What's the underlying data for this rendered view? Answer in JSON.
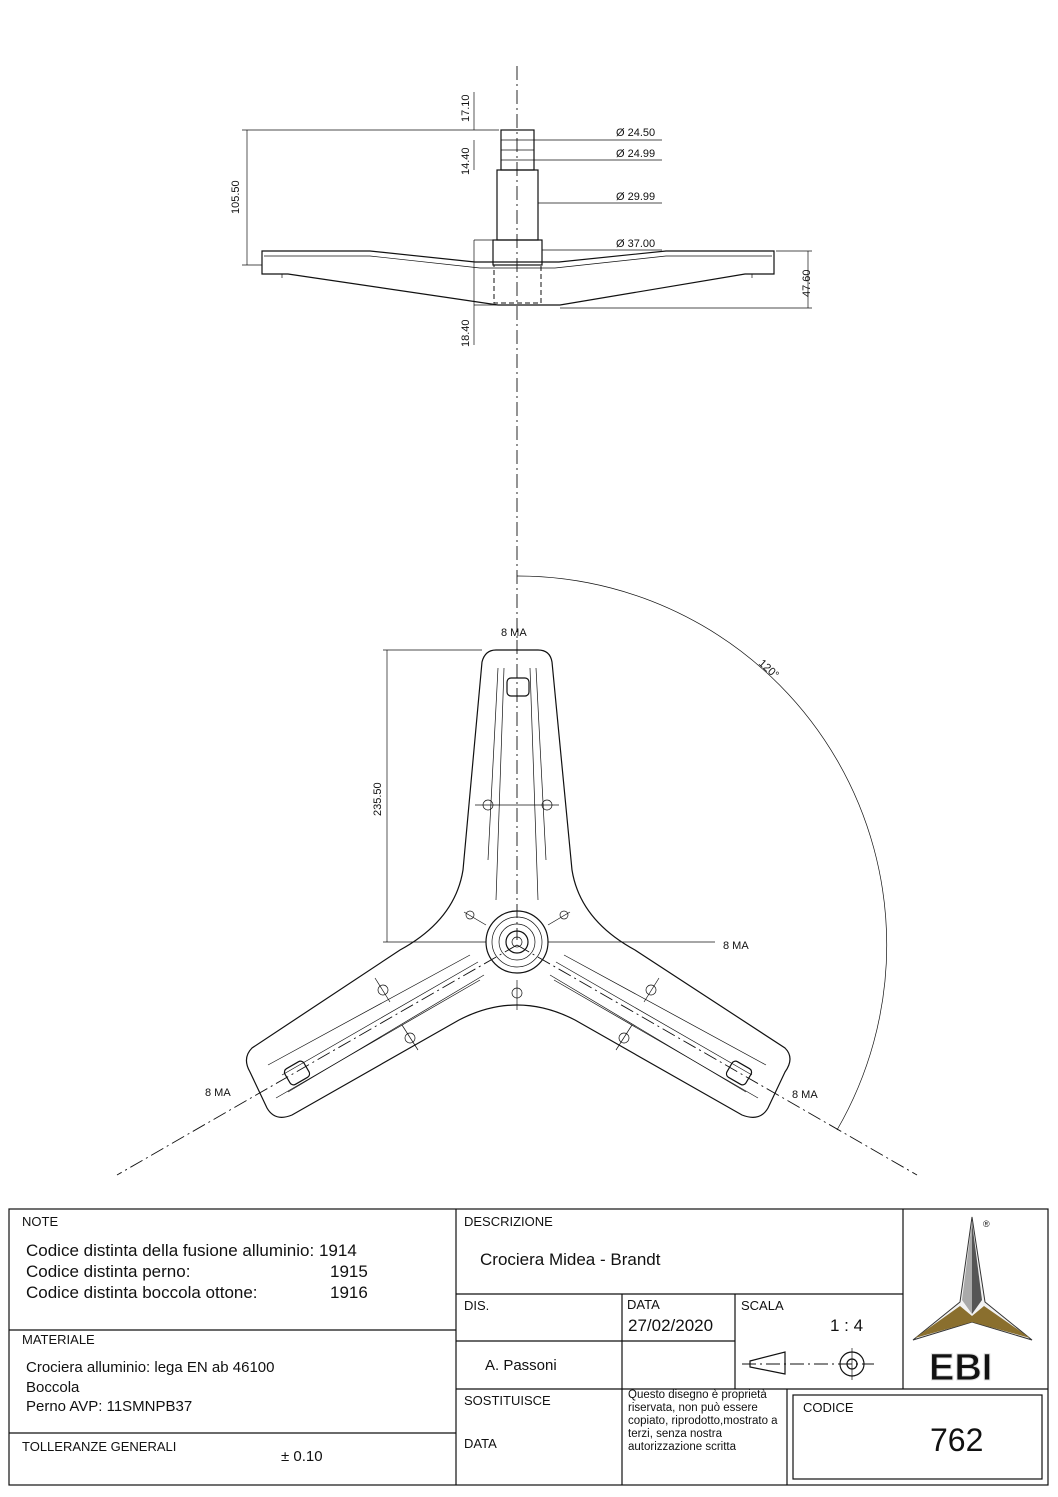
{
  "top_view": {
    "dims": [
      "17.10",
      "14.40",
      "105.50",
      "47.60",
      "18.40"
    ],
    "diameters": [
      "Ø 24.50",
      "Ø 24.99",
      "Ø 29.99",
      "Ø 37.00"
    ]
  },
  "plan_view": {
    "arm_length": "235.50",
    "angle": "120°",
    "section_marks": [
      "8 MA",
      "8 MA",
      "8 MA",
      "8 MA"
    ]
  },
  "title_block": {
    "note_label": "NOTE",
    "notes": [
      {
        "text": "Codice distinta della fusione alluminio:",
        "value": "1914"
      },
      {
        "text": "Codice distinta perno:",
        "value": "1915"
      },
      {
        "text": "Codice distinta boccola ottone:",
        "value": "1916"
      }
    ],
    "material_label": "MATERIALE",
    "materials": [
      "Crociera alluminio: lega EN ab 46100",
      "Boccola",
      "Perno AVP: 11SMNPB37"
    ],
    "tolerance_label": "TOLLERANZE GENERALI",
    "tolerance_value": "± 0.10",
    "description_label": "DESCRIZIONE",
    "description": "Crociera Midea - Brandt",
    "dis_label": "DIS.",
    "dis_value": "A. Passoni",
    "data_label": "DATA",
    "date": "27/02/2020",
    "scala_label": "SCALA",
    "scala_value": "1 : 4",
    "sostituisce_label": "SOSTITUISCE",
    "data2_label": "DATA",
    "disclaimer": "Questo disegno è proprietà riservata, non può essere copiato, riprodotto,mostrato a terzi, senza nostra autorizzazione scritta",
    "codice_label": "CODICE",
    "codice_value": "762",
    "logo_text": "EBI",
    "registered_mark": "®"
  }
}
